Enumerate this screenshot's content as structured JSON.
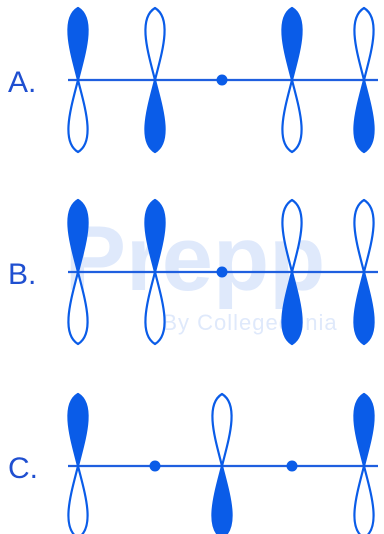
{
  "colors": {
    "lobe": "#0a5ce8",
    "line": "#1f5fdf",
    "label": "#1f4fd0",
    "background": "#ffffff",
    "watermark": "#dfe9fb"
  },
  "watermark": {
    "logo": "Prepp",
    "tagline": "By Collegedunia"
  },
  "rows": [
    {
      "label": "A.",
      "nodes": [
        {
          "kind": "orbital",
          "filled": "top"
        },
        {
          "kind": "orbital",
          "filled": "bottom"
        },
        {
          "kind": "node"
        },
        {
          "kind": "orbital",
          "filled": "top"
        },
        {
          "kind": "orbital",
          "filled": "bottom"
        }
      ]
    },
    {
      "label": "B.",
      "nodes": [
        {
          "kind": "orbital",
          "filled": "top"
        },
        {
          "kind": "orbital",
          "filled": "top"
        },
        {
          "kind": "node"
        },
        {
          "kind": "orbital",
          "filled": "bottom"
        },
        {
          "kind": "orbital",
          "filled": "bottom"
        }
      ]
    },
    {
      "label": "C.",
      "nodes": [
        {
          "kind": "orbital",
          "filled": "top"
        },
        {
          "kind": "node"
        },
        {
          "kind": "orbital",
          "filled": "bottom"
        },
        {
          "kind": "node"
        },
        {
          "kind": "orbital",
          "filled": "top"
        }
      ]
    }
  ]
}
